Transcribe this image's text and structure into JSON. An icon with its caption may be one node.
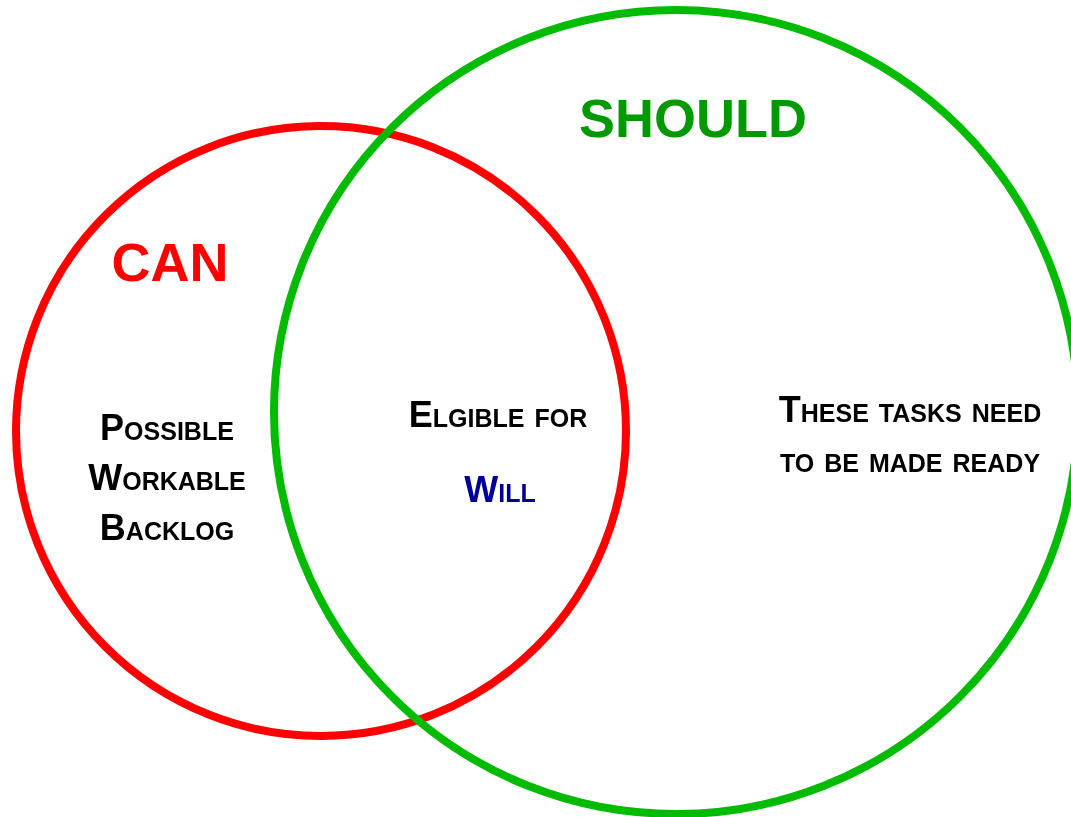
{
  "diagram": {
    "nodes": [
      {
        "text": [
          "CAN",
          "Possible Workable Backlog"
        ]
      },
      {
        "text": [
          "SHOULD",
          "These tasks need to be made ready"
        ]
      }
    ],
    "labels": [
      "Elgible for",
      "Will"
    ]
  }
}
